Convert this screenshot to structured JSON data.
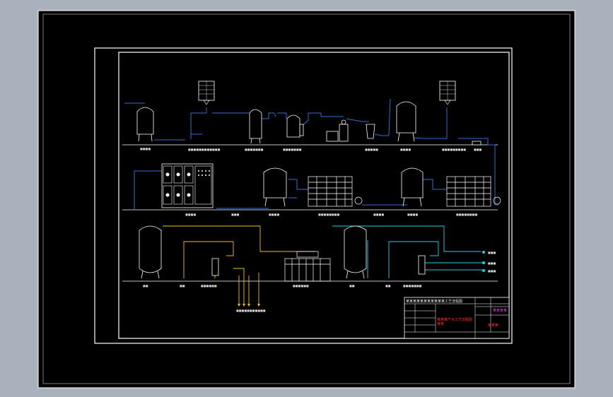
{
  "colors": {
    "background": "#a9b1bd",
    "sheet": "#000000",
    "line": "#ffffff",
    "pipe_blue": "#2f6fd8",
    "pipe_cyan": "#19d3e6",
    "pipe_yellow": "#f2c200",
    "label_red": "#ff2a2a",
    "label_magenta": "#e040e0"
  },
  "title_block": {
    "heading": "某某某某某某某某某某某工艺流程图",
    "red_title": "某某某产水工艺流程图",
    "red_sub": "某某",
    "magenta_label": "某某某某",
    "red_code": "某某某"
  }
}
